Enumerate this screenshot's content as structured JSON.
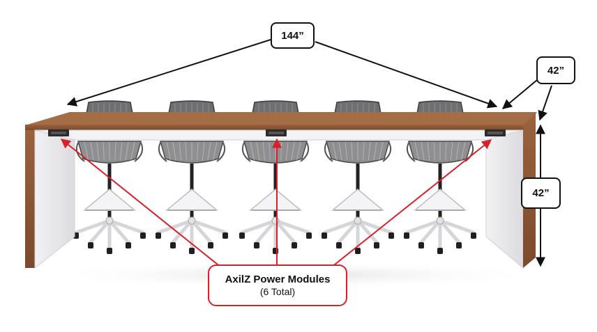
{
  "dimensions": {
    "length": "144”",
    "depth": "42”",
    "height": "42”"
  },
  "callout": {
    "title": "AxilZ Power Modules",
    "subtitle": "(6 Total)"
  },
  "colors": {
    "walnut": "#8a5634",
    "panel": "#e9e9ec",
    "accent": "#d8202a",
    "ink": "#111111"
  }
}
